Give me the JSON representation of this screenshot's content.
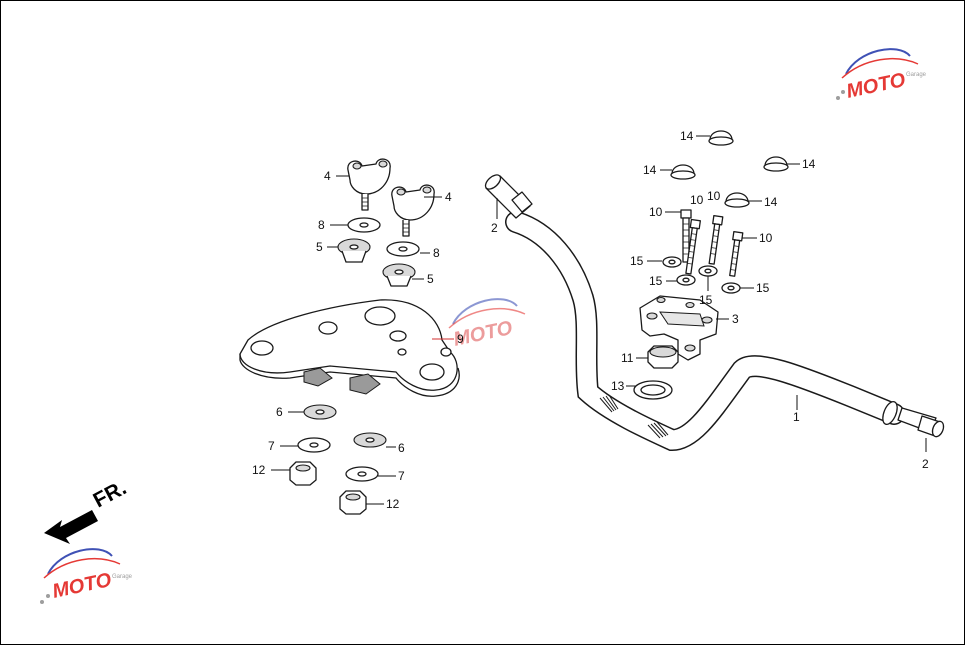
{
  "diagram": {
    "direction_label": "FR.",
    "watermark": "MOTO",
    "callouts": [
      {
        "id": "c1",
        "text": "1"
      },
      {
        "id": "c2a",
        "text": "2"
      },
      {
        "id": "c2b",
        "text": "2"
      },
      {
        "id": "c3",
        "text": "3"
      },
      {
        "id": "c4a",
        "text": "4"
      },
      {
        "id": "c4b",
        "text": "4"
      },
      {
        "id": "c5a",
        "text": "5"
      },
      {
        "id": "c5b",
        "text": "5"
      },
      {
        "id": "c6a",
        "text": "6"
      },
      {
        "id": "c6b",
        "text": "6"
      },
      {
        "id": "c7a",
        "text": "7"
      },
      {
        "id": "c7b",
        "text": "7"
      },
      {
        "id": "c8a",
        "text": "8"
      },
      {
        "id": "c8b",
        "text": "8"
      },
      {
        "id": "c9",
        "text": "9"
      },
      {
        "id": "c10a",
        "text": "10"
      },
      {
        "id": "c10b",
        "text": "10"
      },
      {
        "id": "c10c",
        "text": "10"
      },
      {
        "id": "c10d",
        "text": "10"
      },
      {
        "id": "c11",
        "text": "11"
      },
      {
        "id": "c12a",
        "text": "12"
      },
      {
        "id": "c12b",
        "text": "12"
      },
      {
        "id": "c13",
        "text": "13"
      },
      {
        "id": "c14a",
        "text": "14"
      },
      {
        "id": "c14b",
        "text": "14"
      },
      {
        "id": "c14c",
        "text": "14"
      },
      {
        "id": "c14d",
        "text": "14"
      },
      {
        "id": "c15a",
        "text": "15"
      },
      {
        "id": "c15b",
        "text": "15"
      },
      {
        "id": "c15c",
        "text": "15"
      },
      {
        "id": "c15d",
        "text": "15"
      }
    ]
  },
  "colors": {
    "line": "#1a1a1a",
    "part_fill": "#ffffff",
    "highlight_leader": "#d32f2f",
    "watermark_red": "#e53935",
    "watermark_blue": "#3f51b5",
    "watermark_gray": "#9e9e9e"
  }
}
